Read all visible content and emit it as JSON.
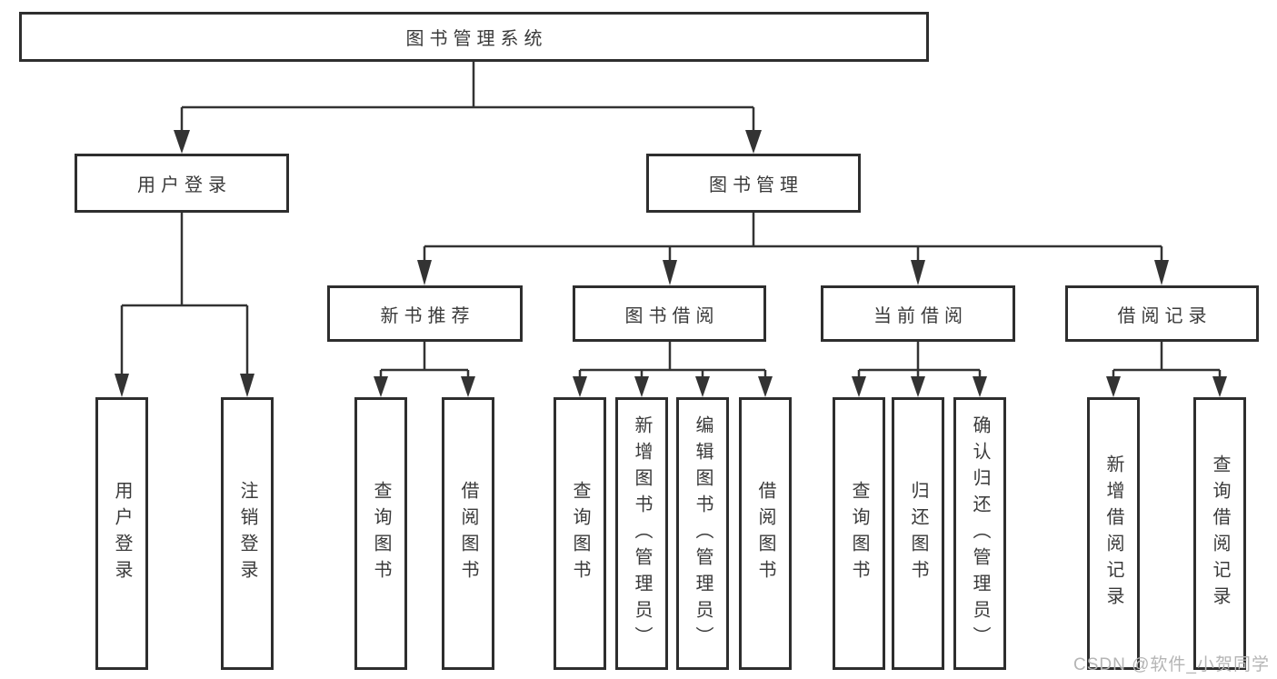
{
  "diagram": {
    "watermark": "CSDN @软件_小贺同学",
    "colors": {
      "box_border": "#2e2e2e",
      "connector": "#333333",
      "text": "#3a3a3a",
      "watermark_text": "#b5b5b5",
      "background": "#ffffff"
    },
    "nodes": {
      "root": "图书管理系统",
      "user_login": "用户登录",
      "book_mgmt": "图书管理",
      "new_book_rec": "新书推荐",
      "book_borrow": "图书借阅",
      "current_borrow": "当前借阅",
      "borrow_record": "借阅记录",
      "login_children": {
        "user_login": "用户登录",
        "logout": "注销登录"
      },
      "new_book_children": {
        "query_book": "查询图书",
        "borrow_book": "借阅图书"
      },
      "book_borrow_children": {
        "query_book": "查询图书",
        "add_book": "新增图书（管理员）",
        "edit_book": "编辑图书（管理员）",
        "borrow_book": "借阅图书"
      },
      "current_borrow_children": {
        "query_book": "查询图书",
        "return_book": "归还图书",
        "confirm_return": "确认归还（管理员）"
      },
      "borrow_record_children": {
        "add_record": "新增借阅记录",
        "query_record": "查询借阅记录"
      }
    }
  }
}
